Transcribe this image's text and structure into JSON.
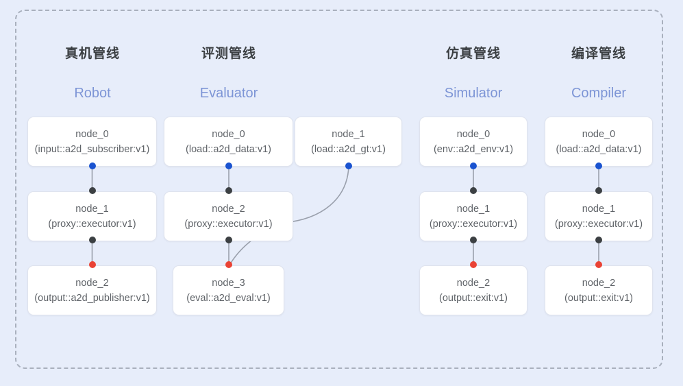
{
  "canvas": {
    "background_color": "#e7edfa",
    "frame_border_color": "#a9b0bd",
    "frame_border_style": "dashed"
  },
  "palette": {
    "dot_blue": "#1a53d0",
    "dot_black": "#3c4043",
    "dot_red": "#ea4335",
    "node_border": "#dfe3ee",
    "node_fill": "#ffffff",
    "title_color": "#3c4043",
    "subtitle_color": "#7d95d6",
    "edge_color": "#9aa0ac"
  },
  "columns": [
    {
      "id": "robot",
      "title_cn": "真机管线",
      "title_en": "Robot",
      "nodes": [
        {
          "id": "node_0",
          "type": "(input::a2d_subscriber:v1)"
        },
        {
          "id": "node_1",
          "type": "(proxy::executor:v1)"
        },
        {
          "id": "node_2",
          "type": "(output::a2d_publisher:v1)"
        }
      ]
    },
    {
      "id": "evaluator",
      "title_cn": "评测管线",
      "title_en": "Evaluator",
      "nodes": [
        {
          "id": "node_0",
          "type": "(load::a2d_data:v1)"
        },
        {
          "id": "node_1",
          "type": "(load::a2d_gt:v1)"
        },
        {
          "id": "node_2",
          "type": "(proxy::executor:v1)"
        },
        {
          "id": "node_3",
          "type": "(eval::a2d_eval:v1)"
        }
      ]
    },
    {
      "id": "simulator",
      "title_cn": "仿真管线",
      "title_en": "Simulator",
      "nodes": [
        {
          "id": "node_0",
          "type": "(env::a2d_env:v1)"
        },
        {
          "id": "node_1",
          "type": "(proxy::executor:v1)"
        },
        {
          "id": "node_2",
          "type": "(output::exit:v1)"
        }
      ]
    },
    {
      "id": "compiler",
      "title_cn": "编译管线",
      "title_en": "Compiler",
      "nodes": [
        {
          "id": "node_0",
          "type": "(load::a2d_data:v1)"
        },
        {
          "id": "node_1",
          "type": "(proxy::executor:v1)"
        },
        {
          "id": "node_2",
          "type": "(output::exit:v1)"
        }
      ]
    }
  ]
}
